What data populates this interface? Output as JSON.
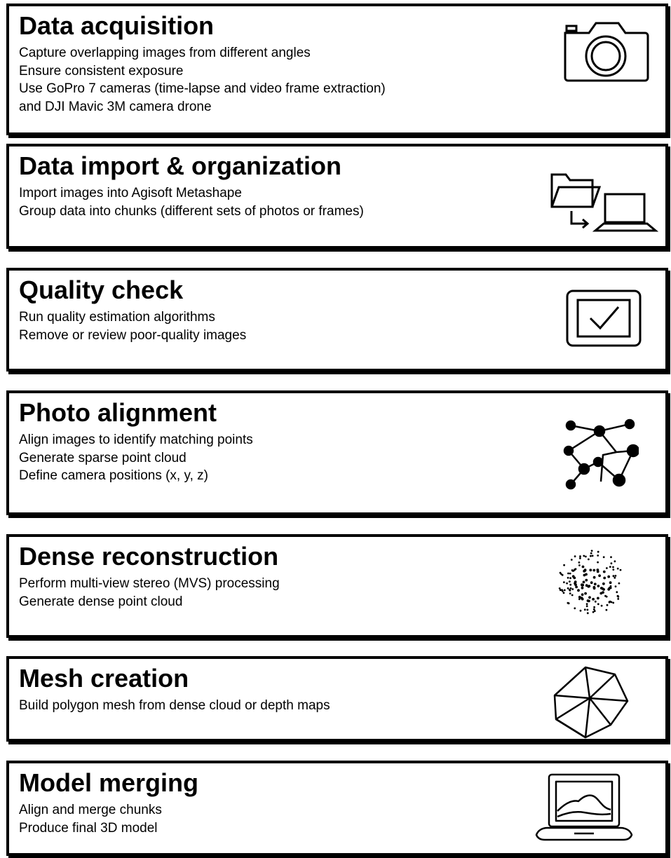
{
  "steps": [
    {
      "title": "Data acquisition",
      "lines": [
        "Capture overlapping images from different angles",
        "Ensure consistent exposure",
        "Use GoPro  7 cameras (time-lapse and video frame extraction)",
        "and DJI Mavic 3M camera drone"
      ],
      "icon": "camera-icon"
    },
    {
      "title": "Data import & organization",
      "lines": [
        "Import  images into Agisoft Metashape",
        "Group data into chunks (different sets of photos or frames)"
      ],
      "icon": "folder-to-laptop-icon"
    },
    {
      "title": "Quality check",
      "lines": [
        "Run quality estimation algorithms",
        "Remove or review poor-quality  images"
      ],
      "icon": "checkbox-icon"
    },
    {
      "title": "Photo alignment",
      "lines": [
        "Align images to identify matching points",
        "Generate sparse point cloud",
        "Define camera positions (x, y, z)"
      ],
      "icon": "point-network-icon"
    },
    {
      "title": "Dense reconstruction",
      "lines": [
        "Perform  multi-view stereo (MVS) processing",
        "Generate dense point cloud"
      ],
      "icon": "dense-point-cloud-icon"
    },
    {
      "title": "Mesh creation",
      "lines": [
        "Build polygon mesh from dense cloud or depth maps"
      ],
      "icon": "polygon-mesh-icon"
    },
    {
      "title": "Model merging",
      "lines": [
        "Align and merge chunks",
        "Produce final 3D model"
      ],
      "icon": "laptop-model-icon"
    }
  ]
}
